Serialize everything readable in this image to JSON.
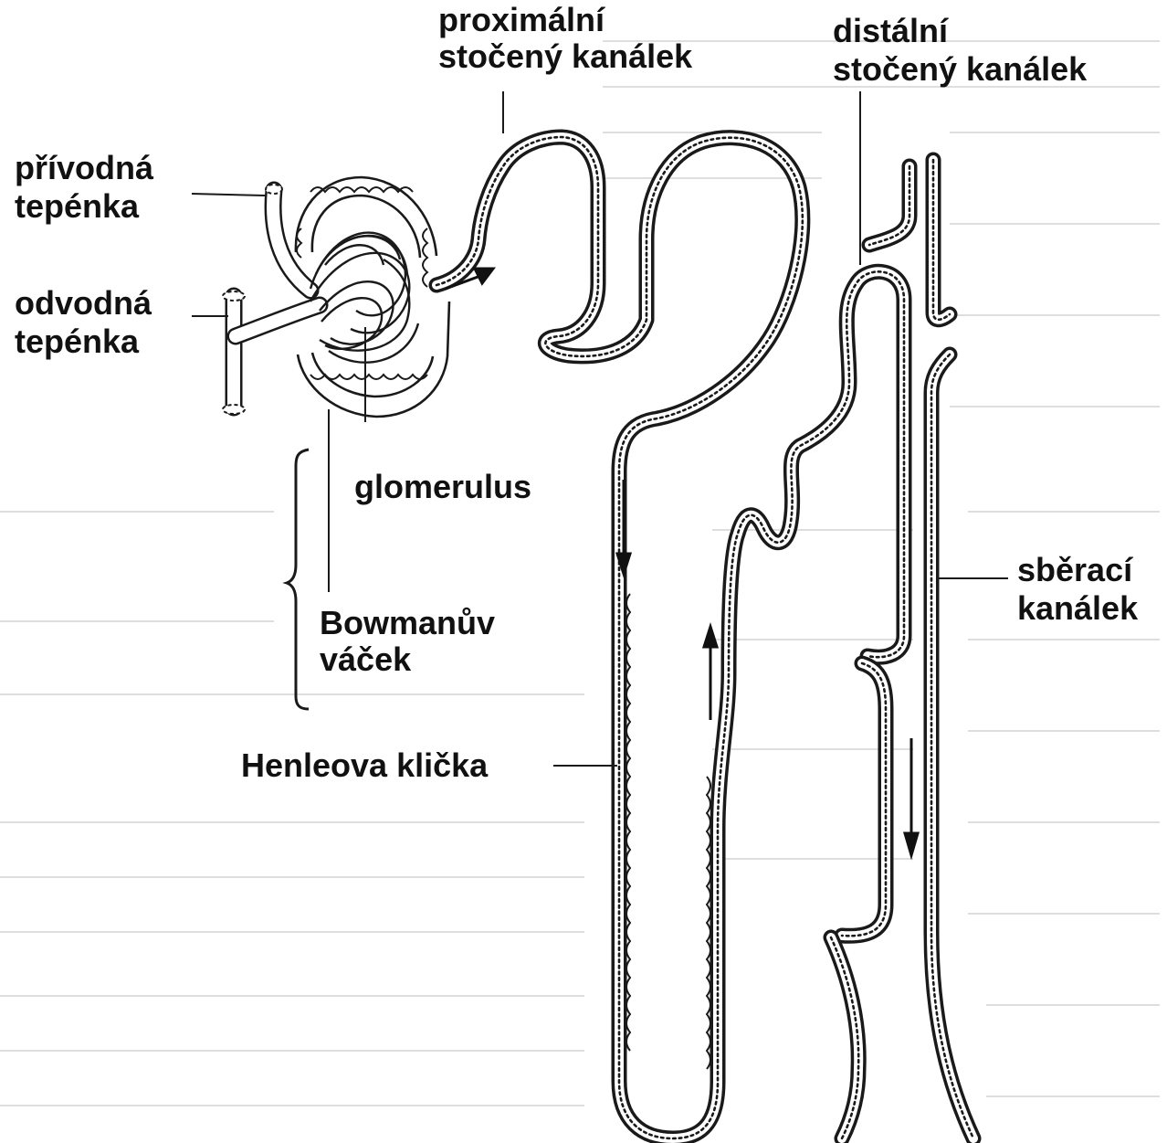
{
  "labels": {
    "afferent": [
      "přívodná",
      "tepénka"
    ],
    "efferent": [
      "odvodná",
      "tepénka"
    ],
    "glomerulus": "glomerulus",
    "bowman": [
      "Bowmanův",
      "váček"
    ],
    "proximal": [
      "proximální",
      "stočený kanálek"
    ],
    "distal": [
      "distální",
      "stočený kanálek"
    ],
    "collecting": [
      "sběrací",
      "kanálek"
    ],
    "henle": "Henleova klička"
  }
}
